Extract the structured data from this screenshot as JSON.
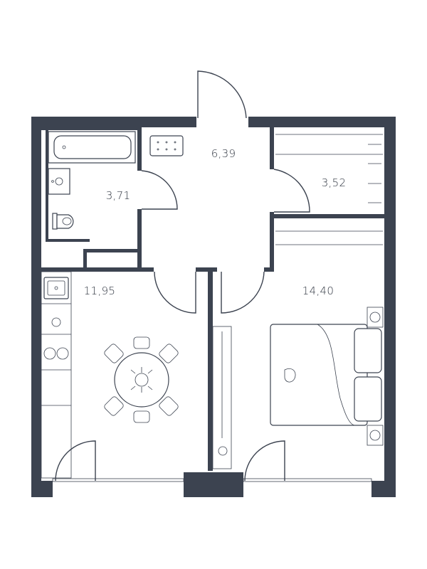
{
  "floor_plan": {
    "rooms": [
      {
        "id": "bathroom",
        "area": "3,71"
      },
      {
        "id": "hallway",
        "area": "6,39"
      },
      {
        "id": "closet",
        "area": "3,52"
      },
      {
        "id": "kitchen-living",
        "area": "11,95"
      },
      {
        "id": "bedroom",
        "area": "14,40"
      }
    ],
    "colors": {
      "wall": "#3c4350",
      "background": "#ffffff"
    },
    "icons": [
      "bathtub-icon",
      "sink-icon",
      "toilet-icon",
      "washing-machine-icon",
      "kitchen-sink-icon",
      "hob-icon",
      "dining-table-icon",
      "double-bed-icon",
      "wardrobe-icon",
      "plant-icon"
    ]
  }
}
